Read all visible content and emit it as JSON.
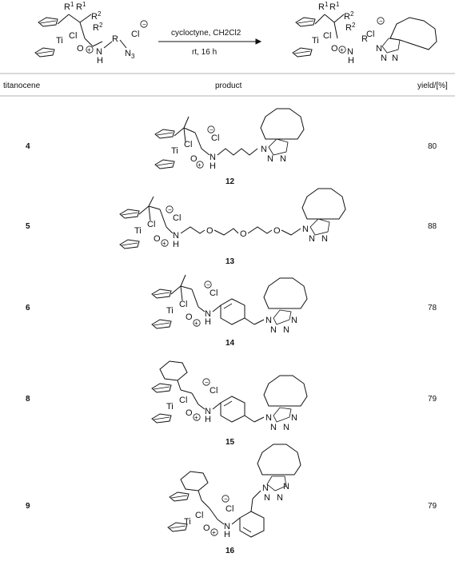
{
  "scheme": {
    "reagents": "cycloctyne, CH2Cl2",
    "conditions": "rt, 16 h",
    "start": {
      "r1": "R",
      "r1_sup": "1",
      "r2": "R",
      "r2_sup": "2",
      "ti": "Ti",
      "cl": "Cl",
      "o": "O",
      "n": "N",
      "h": "H",
      "r": "R",
      "n3": "N",
      "n3_sub": "3",
      "counter_cl": "Cl"
    },
    "product": {
      "r1": "R",
      "r1_sup": "1",
      "r2": "R",
      "r2_sup": "2",
      "ti": "Ti",
      "cl": "Cl",
      "o": "O",
      "n": "N",
      "h": "H",
      "r": "R",
      "counter_cl": "Cl"
    }
  },
  "table": {
    "headers": [
      "titanocene",
      "product",
      "yield/[%]"
    ],
    "rows": [
      {
        "titanocene": "4",
        "product": "12",
        "yield": "80"
      },
      {
        "titanocene": "5",
        "product": "13",
        "yield": "88"
      },
      {
        "titanocene": "6",
        "product": "14",
        "yield": "78"
      },
      {
        "titanocene": "8",
        "product": "15",
        "yield": "79"
      },
      {
        "titanocene": "9",
        "product": "16",
        "yield": "79"
      }
    ]
  },
  "atoms": {
    "ti": "Ti",
    "cl": "Cl",
    "o": "O",
    "n": "N",
    "h": "H",
    "minus": "−",
    "plus": "+"
  }
}
